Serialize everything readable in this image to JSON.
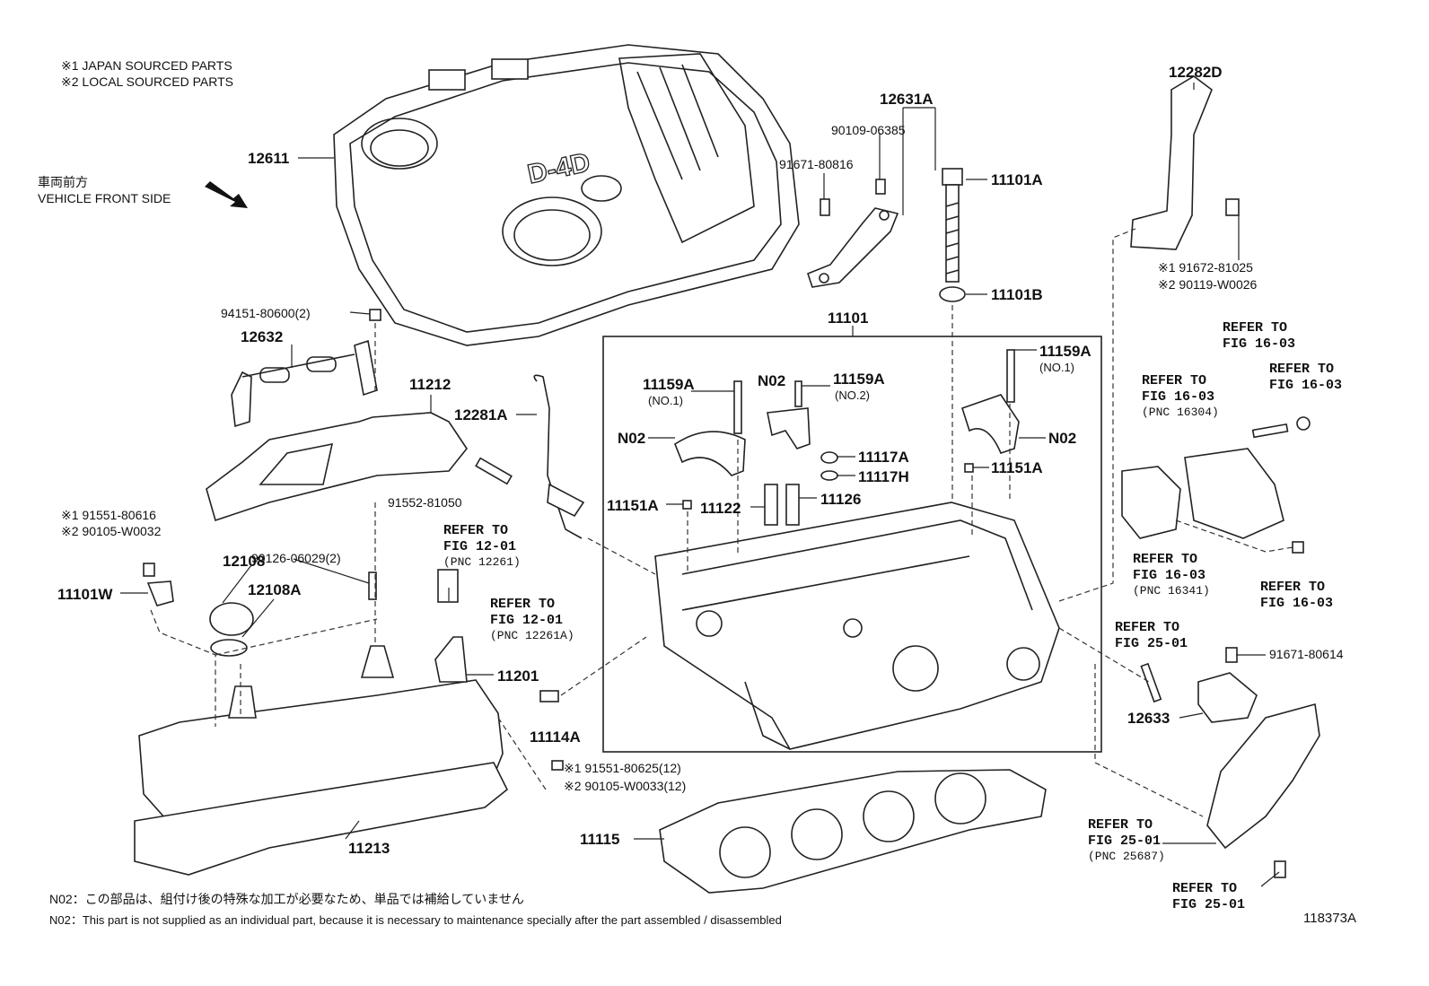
{
  "notes": {
    "japan": "※1 JAPAN SOURCED PARTS",
    "local": "※2 LOCAL SOURCED PARTS",
    "front_jp": "車両前方",
    "front_en": "VEHICLE FRONT SIDE",
    "n02_jp": "N02：この部品は、組付け後の特殊な加工が必要なため、単品では補給していません",
    "n02_en": "N02：This part is not supplied as an individual part, because it is necessary to maintenance specially after the part assembled / disassembled",
    "figure_id": "118373A"
  },
  "engine_cover": {
    "badge": "D-4D"
  },
  "labels": {
    "p12611": "12611",
    "p12631A": "12631A",
    "p90109": "90109-06385",
    "p91671_816": "91671-80816",
    "p11101A": "11101A",
    "p11101B": "11101B",
    "p12282D": "12282D",
    "p91672_1": "※1 91672-81025",
    "p90119_2": "※2 90119-W0026",
    "p94151": "94151-80600(2)",
    "p12632": "12632",
    "p11212": "11212",
    "p12281A": "12281A",
    "p11101": "11101",
    "p11159A_a": "11159A",
    "p11159A_a_sub": "(NO.1)",
    "p11159A_b": "11159A",
    "p11159A_b_sub": "(NO.2)",
    "p11159A_c": "11159A",
    "p11159A_c_sub": "(NO.1)",
    "pN02_a": "N02",
    "pN02_b": "N02",
    "pN02_c": "N02",
    "p11117A": "11117A",
    "p11117H": "11117H",
    "p11151A_a": "11151A",
    "p11151A_b": "11151A",
    "p11122": "11122",
    "p11126": "11126",
    "p91552": "91552-81050",
    "p91551_616": "※1 91551-80616",
    "p90105_032": "※2 90105-W0032",
    "p90126": "90126-06029(2)",
    "p12108": "12108",
    "p12108A": "12108A",
    "p11101W": "11101W",
    "p11201": "11201",
    "p11114A": "11114A",
    "p91551_625": "※1 91551-80625(12)",
    "p90105_033": "※2 90105-W0033(12)",
    "p11213": "11213",
    "p11115": "11115",
    "p12633": "12633",
    "p91671_614": "91671-80614"
  },
  "refs": {
    "r1_a": "REFER TO",
    "r1_b": "FIG 12-01",
    "r1_c": "(PNC 12261)",
    "r2_a": "REFER TO",
    "r2_b": "FIG 12-01",
    "r2_c": "(PNC 12261A)",
    "r3_a": "REFER TO",
    "r3_b": "FIG 16-03",
    "r4_a": "REFER TO",
    "r4_b": "FIG 16-03",
    "r4_c": "(PNC 16304)",
    "r5_a": "REFER TO",
    "r5_b": "FIG 16-03",
    "r6_a": "REFER TO",
    "r6_b": "FIG 16-03",
    "r6_c": "(PNC 16341)",
    "r7_a": "REFER TO",
    "r7_b": "FIG 16-03",
    "r8_a": "REFER TO",
    "r8_b": "FIG 25-01",
    "r9_a": "REFER TO",
    "r9_b": "FIG 25-01",
    "r9_c": "(PNC 25687)",
    "r10_a": "REFER TO",
    "r10_b": "FIG 25-01"
  }
}
